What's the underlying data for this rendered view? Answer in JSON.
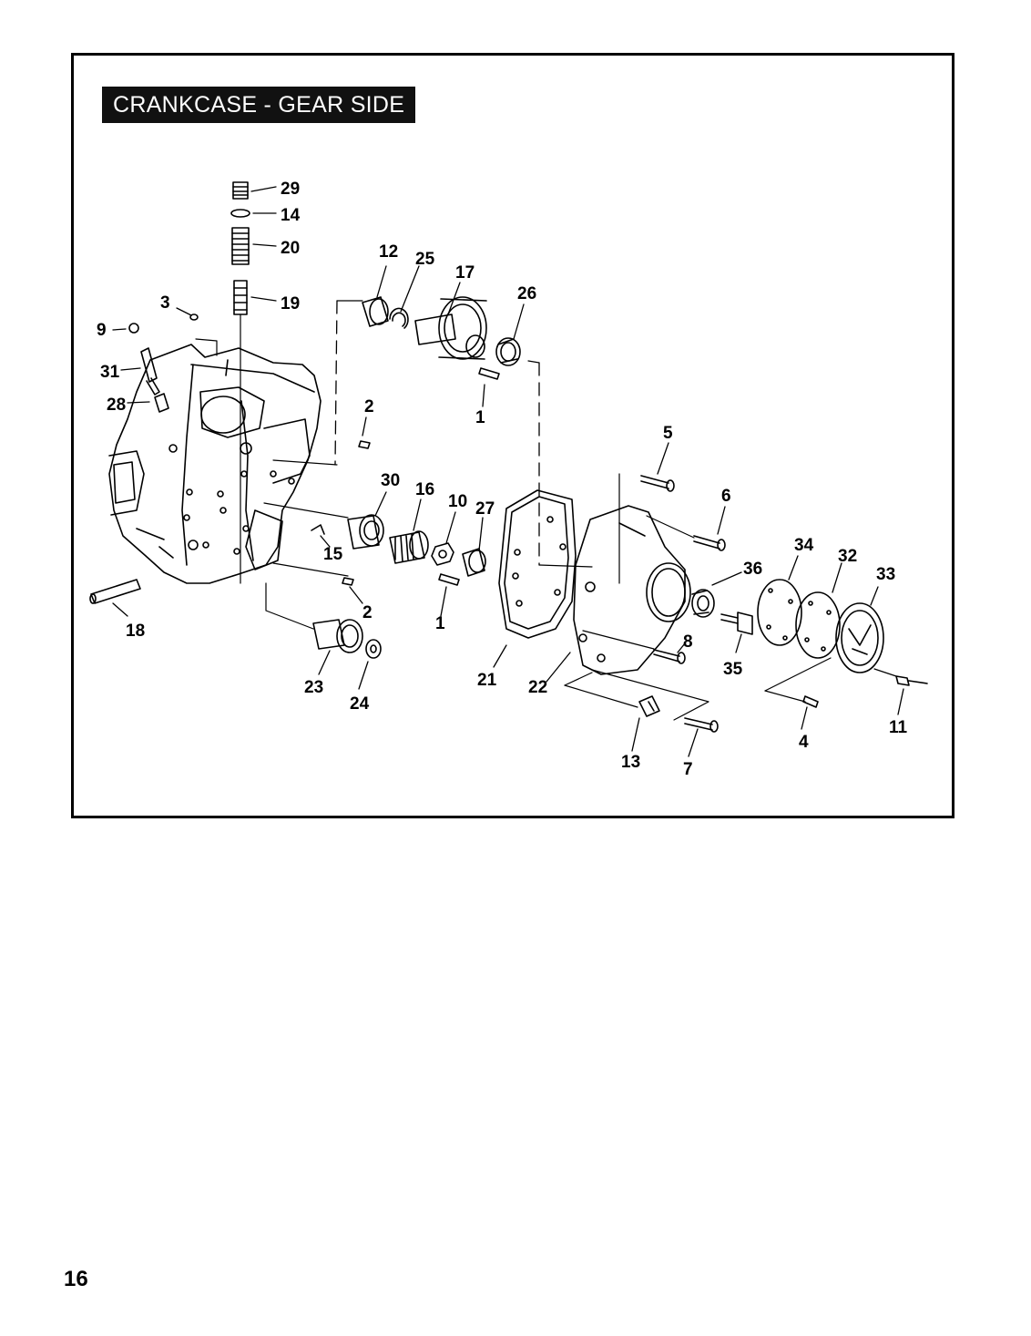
{
  "figure": {
    "title": "CRANKCASE - GEAR SIDE",
    "callouts": [
      {
        "id": "29",
        "label": "29"
      },
      {
        "id": "14",
        "label": "14"
      },
      {
        "id": "20",
        "label": "20"
      },
      {
        "id": "19",
        "label": "19"
      },
      {
        "id": "12",
        "label": "12"
      },
      {
        "id": "25",
        "label": "25"
      },
      {
        "id": "17",
        "label": "17"
      },
      {
        "id": "26",
        "label": "26"
      },
      {
        "id": "3",
        "label": "3"
      },
      {
        "id": "9",
        "label": "9"
      },
      {
        "id": "31",
        "label": "31"
      },
      {
        "id": "28",
        "label": "28"
      },
      {
        "id": "2a",
        "label": "2"
      },
      {
        "id": "1a",
        "label": "1"
      },
      {
        "id": "5",
        "label": "5"
      },
      {
        "id": "30",
        "label": "30"
      },
      {
        "id": "16",
        "label": "16"
      },
      {
        "id": "10",
        "label": "10"
      },
      {
        "id": "27",
        "label": "27"
      },
      {
        "id": "6",
        "label": "6"
      },
      {
        "id": "15",
        "label": "15"
      },
      {
        "id": "34",
        "label": "34"
      },
      {
        "id": "32",
        "label": "32"
      },
      {
        "id": "33",
        "label": "33"
      },
      {
        "id": "36",
        "label": "36"
      },
      {
        "id": "2b",
        "label": "2"
      },
      {
        "id": "1b",
        "label": "1"
      },
      {
        "id": "18",
        "label": "18"
      },
      {
        "id": "8",
        "label": "8"
      },
      {
        "id": "35",
        "label": "35"
      },
      {
        "id": "21",
        "label": "21"
      },
      {
        "id": "22",
        "label": "22"
      },
      {
        "id": "23",
        "label": "23"
      },
      {
        "id": "24",
        "label": "24"
      },
      {
        "id": "4",
        "label": "4"
      },
      {
        "id": "11",
        "label": "11"
      },
      {
        "id": "13",
        "label": "13"
      },
      {
        "id": "7",
        "label": "7"
      }
    ]
  },
  "page": {
    "number": "16"
  }
}
